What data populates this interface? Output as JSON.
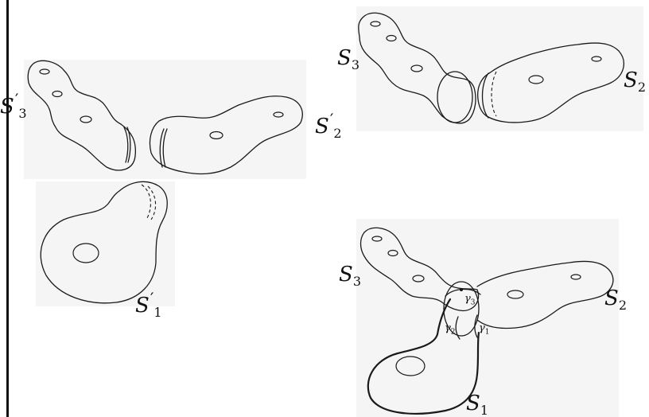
{
  "labels": {
    "s3_top_right": {
      "base": "S",
      "sub": "3",
      "prime": ""
    },
    "s2_top_right": {
      "base": "S",
      "sub": "2",
      "prime": ""
    },
    "s3_prime": {
      "base": "S",
      "sub": "3",
      "prime": "′"
    },
    "s2_prime": {
      "base": "S",
      "sub": "2",
      "prime": "′"
    },
    "s1_prime": {
      "base": "S",
      "sub": "1",
      "prime": "′"
    },
    "s3_bottom": {
      "base": "S",
      "sub": "3",
      "prime": ""
    },
    "s2_bottom": {
      "base": "S",
      "sub": "2",
      "prime": ""
    },
    "s1_bottom": {
      "base": "S",
      "sub": "1",
      "prime": ""
    }
  },
  "curves": {
    "gamma1": {
      "base": "γ",
      "sub": "1"
    },
    "gamma2": {
      "base": "γ",
      "sub": "2"
    },
    "gamma3": {
      "base": "γ",
      "sub": "3"
    }
  }
}
